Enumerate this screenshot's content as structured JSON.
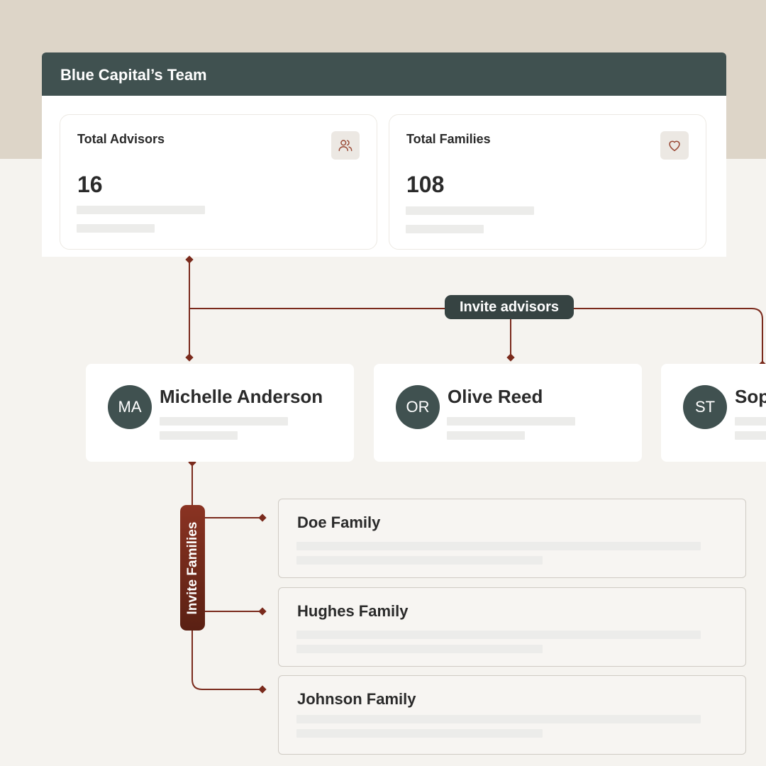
{
  "team": {
    "title": "Blue Capital’s Team"
  },
  "stats": [
    {
      "label": "Total Advisors",
      "value": "16",
      "icon": "users-icon"
    },
    {
      "label": "Total Families",
      "value": "108",
      "icon": "heart-icon"
    }
  ],
  "actions": {
    "invite_advisors": "Invite advisors",
    "invite_families": "Invite Families"
  },
  "advisors": [
    {
      "initials": "MA",
      "name": "Michelle Anderson"
    },
    {
      "initials": "OR",
      "name": "Olive Reed"
    },
    {
      "initials": "ST",
      "name": "Sop"
    }
  ],
  "families": [
    {
      "name": "Doe Family"
    },
    {
      "name": "Hughes Family"
    },
    {
      "name": "Johnson Family"
    }
  ],
  "colors": {
    "header": "#405150",
    "accent": "#7a2a1c",
    "band": "#ddd5c8",
    "background": "#f5f3ef"
  }
}
